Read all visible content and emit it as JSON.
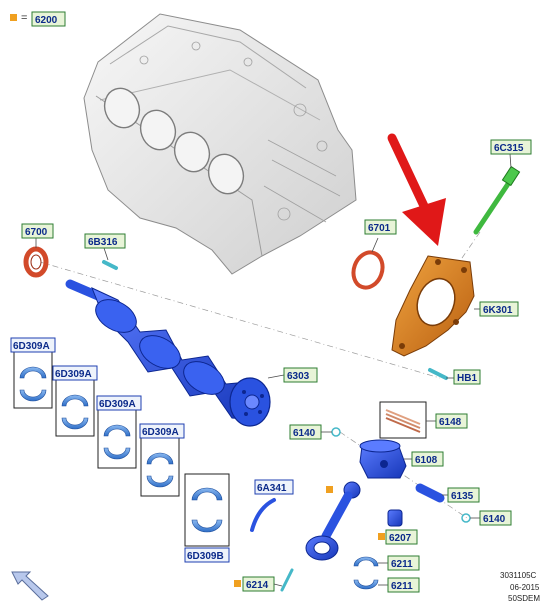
{
  "legend": {
    "marker_color": "#f0a020",
    "symbol": "=",
    "code": "6200"
  },
  "labels": {
    "l6200": "6200",
    "l6700": "6700",
    "l6B316": "6B316",
    "l6701": "6701",
    "l6C315": "6C315",
    "l6K301": "6K301",
    "lHB1": "HB1",
    "l6303": "6303",
    "l6D309A_1": "6D309A",
    "l6D309A_2": "6D309A",
    "l6D309A_3": "6D309A",
    "l6D309A_4": "6D309A",
    "l6D309B": "6D309B",
    "l6148": "6148",
    "l6140_a": "6140",
    "l6108": "6108",
    "l6135": "6135",
    "l6140_b": "6140",
    "l6A341": "6A341",
    "l6207": "6207",
    "l6211_a": "6211",
    "l6211_b": "6211",
    "l6214": "6214"
  },
  "footer": {
    "ref": "3031105C",
    "date": "06-2015",
    "model": "50SDEM"
  },
  "colors": {
    "engine_block": "#e6e6e6",
    "crankshaft": "#2a52e0",
    "seal": "#d24a2a",
    "retainer_plate": "#d8801e",
    "sensor": "#3fb93f",
    "bearing": "#4a8fe0",
    "highlight_arrow": "#e01818"
  },
  "icons": {
    "nav_arrow": "arrow-up-left-icon"
  }
}
